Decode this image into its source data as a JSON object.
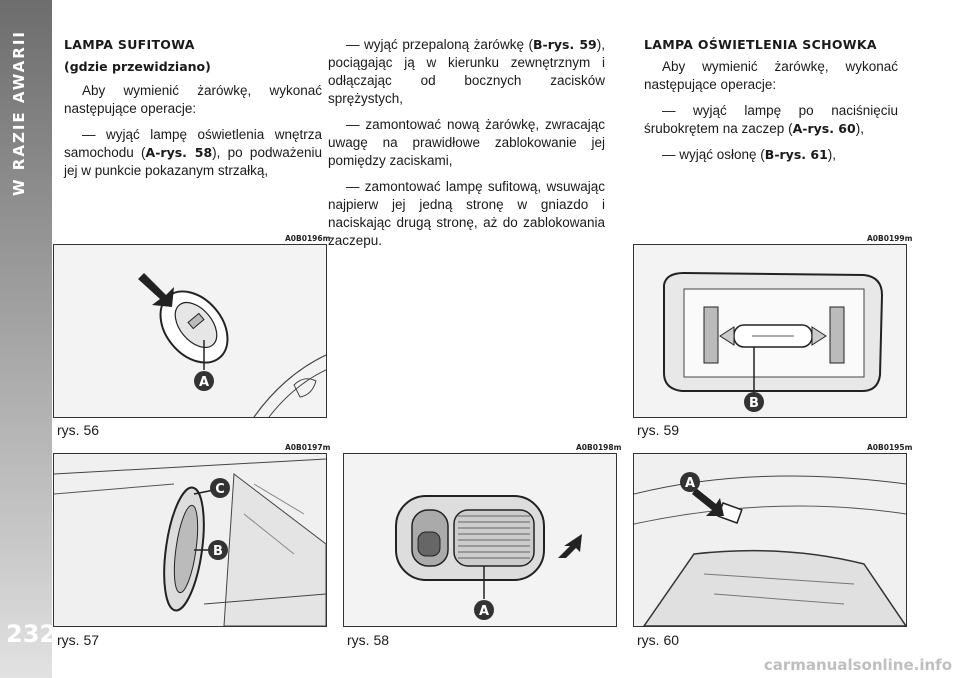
{
  "sidebar": {
    "section_title": "W RAZIE AWARII",
    "page_number": "232"
  },
  "column1": {
    "heading": "LAMPA SUFITOWA",
    "subheading": "(gdzie przewidziano)",
    "intro": "Aby wymienić żarówkę, wykonać następujące operacje:",
    "step1_pre": "— wyjąć lampę oświetlenia wnętrza samochodu (",
    "step1_ref": "A-rys. 58",
    "step1_post": "), po podważeniu jej w punkcie pokazanym strzałką,"
  },
  "column2": {
    "step2_pre": "— wyjąć przepaloną żarówkę (",
    "step2_ref": "B-rys. 59",
    "step2_post": "), pociągając ją w kierunku zewnętrznym i odłączając od bocznych zacisków sprężystych,",
    "step3": "— zamontować nową żarówkę, zwracając uwagę na prawidłowe zablokowanie jej pomiędzy zaciskami,",
    "step4": "— zamontować lampę sufitową, wsuwając najpierw jej jedną stronę w gniazdo i naciskając drugą stronę, aż do zablokowania zaczepu."
  },
  "column3": {
    "heading": "LAMPA OŚWIETLENIA SCHOWKA",
    "intro": "Aby wymienić żarówkę, wykonać następujące operacje:",
    "step1_pre": "— wyjąć lampę po naciśnięciu śrubokrętem na zaczep (",
    "step1_ref": "A-rys. 60",
    "step1_post": "),",
    "step2_pre": "— wyjąć osłonę (",
    "step2_ref": "B-rys. 61",
    "step2_post": "),"
  },
  "figures": {
    "fig56": {
      "code": "A0B0196m",
      "caption": "rys. 56",
      "label_a": "A"
    },
    "fig57": {
      "code": "A0B0197m",
      "caption": "rys. 57",
      "label_b": "B",
      "label_c": "C"
    },
    "fig58": {
      "code": "A0B0198m",
      "caption": "rys. 58",
      "label_a": "A"
    },
    "fig59": {
      "code": "A0B0199m",
      "caption": "rys. 59",
      "label_b": "B"
    },
    "fig60": {
      "code": "A0B0195m",
      "caption": "rys. 60",
      "label_a": "A"
    }
  },
  "watermark": "carmanualsonline.info"
}
